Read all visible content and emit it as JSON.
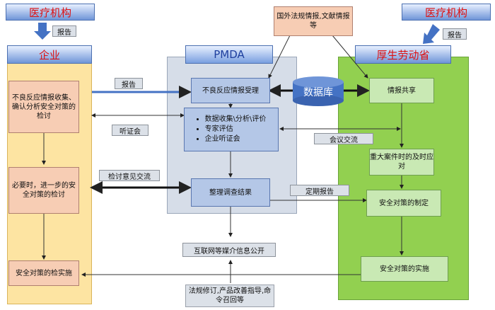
{
  "headers": {
    "top_left": "医疗机构",
    "top_right": "医疗机构",
    "enterprise": "企业",
    "pmda": "PMDA",
    "mhlw": "厚生劳动省"
  },
  "foreign_info": "国外法规情报,文献情报等",
  "database": "数据库",
  "enterprise_boxes": {
    "adverse": "不良反应情报收集、确认分析安全对策的检讨",
    "further": "必要时，进一步的安全对策的检讨",
    "implement": "安全对策的检实施"
  },
  "pmda_boxes": {
    "receive": "不良反应情报受理",
    "analysis_items": [
      "数据收集\\分析\\评价",
      "专家评估",
      "企业听证会"
    ],
    "organize": "整理调查结果"
  },
  "mhlw_boxes": {
    "share": "情报共享",
    "major": "重大案件时的及时应对",
    "formulate": "安全对策的制定",
    "implement": "安全对策的实施"
  },
  "labels": {
    "report_left": "报告",
    "report_right": "报告",
    "report_mid": "报告",
    "hearing": "听证会",
    "review_exchange": "检讨意见交流",
    "meeting": "会议交流",
    "periodic": "定期报告",
    "internet": "互联网等媒介信息公开",
    "regulation": "法规修订,产品改善指导,命令召回等"
  }
}
